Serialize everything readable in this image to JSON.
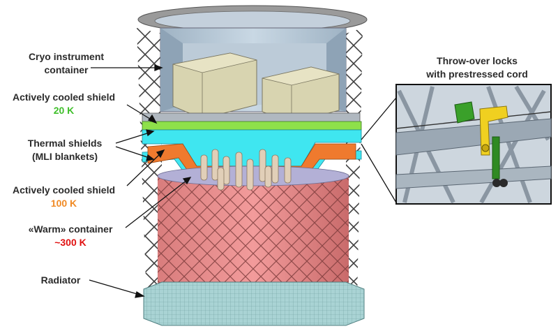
{
  "labels": {
    "cryo_container": {
      "line1": "Cryo instrument",
      "line2": "container"
    },
    "active_shield_20k": {
      "line1": "Actively cooled shield",
      "temp": "20 K",
      "temp_color": "#3fbf2a"
    },
    "thermal_shields": {
      "line1": "Thermal shields",
      "line2": "(MLI blankets)"
    },
    "active_shield_100k": {
      "line1": "Actively cooled shield",
      "temp": "100 K",
      "temp_color": "#f08a24"
    },
    "warm_container": {
      "line1": "«Warm» container",
      "temp": "~300 K",
      "temp_color": "#e01010"
    },
    "radiator": {
      "line1": "Radiator"
    },
    "inset": {
      "line1": "Throw-over locks",
      "line2": "with prestressed cord"
    }
  },
  "colors": {
    "cryo_boxes": "#d8d4b0",
    "inner_walls": "#b7c9d8",
    "green_shield": "#8ee04a",
    "cyan_shield": "#3fe6f0",
    "orange_shield": "#ef7a2e",
    "warm_cylinder": "#ee8f8f",
    "radiator": "#a9d3d4",
    "lattice": "#2a2a2a"
  }
}
